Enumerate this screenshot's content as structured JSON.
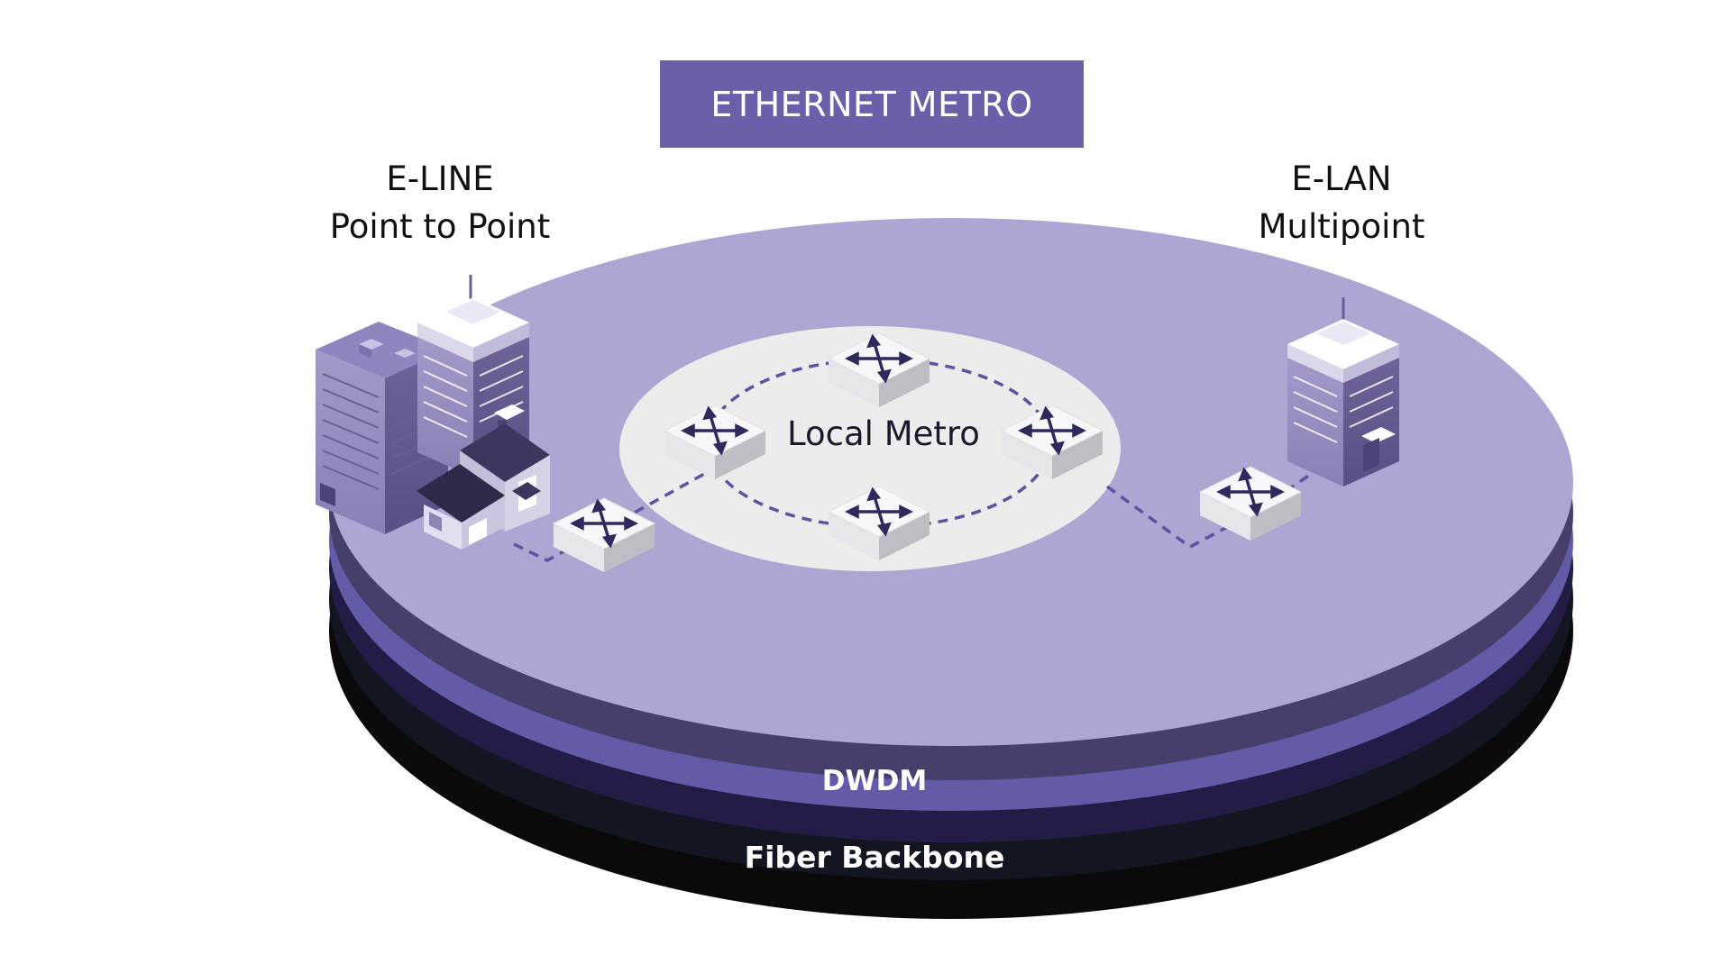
{
  "banner": {
    "title": "ETHERNET METRO"
  },
  "left_service": {
    "line1": "E-LINE",
    "line2": "Point to Point"
  },
  "right_service": {
    "line1": "E-LAN",
    "line2": "Multipoint"
  },
  "center": {
    "label": "Local Metro"
  },
  "layers": {
    "dwdm": "DWDM",
    "fiber": "Fiber Backbone"
  },
  "colors": {
    "banner": "#6a5fa8",
    "top_surface": "#ada6d2",
    "local_metro_disc": "#ececec",
    "layer_dark_purple": "#453f6c",
    "layer_dwdm": "#625ca8",
    "layer_navy": "#211d47",
    "layer_dark": "#121620",
    "layer_black": "#0a0a0a",
    "dashed_link": "#5a54a2",
    "switch_icon": "#2e2a5e"
  },
  "icons": [
    "office-building",
    "office-tower",
    "house",
    "network-switch",
    "antenna"
  ]
}
